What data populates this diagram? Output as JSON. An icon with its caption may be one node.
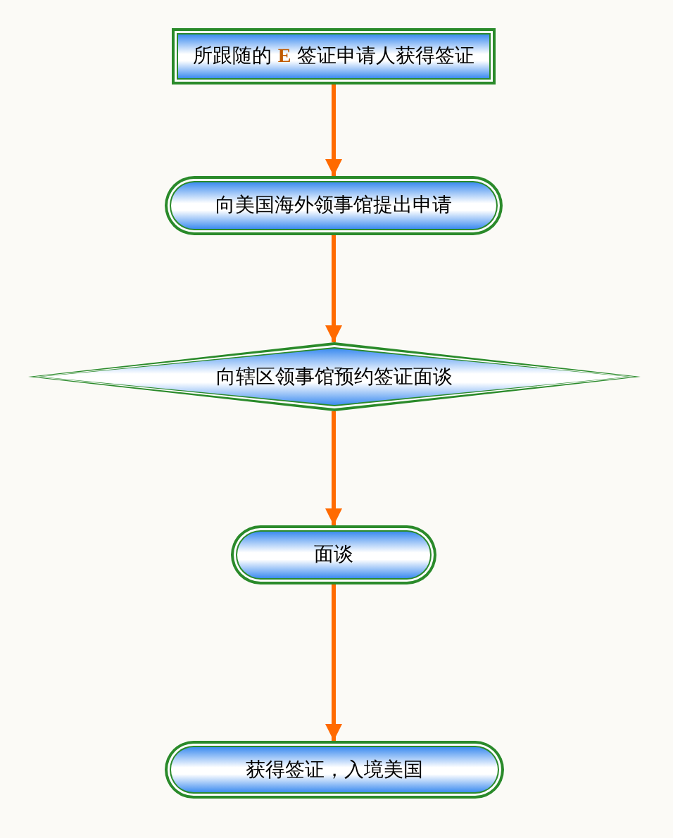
{
  "diagram": {
    "nodes": [
      {
        "text": [
          "所跟随的 **E** 签证申请人获得签证"
        ]
      },
      {
        "text": [
          "向美国海外领事馆提出申请"
        ]
      },
      {
        "text": [
          "向辖区领事馆预约签证面谈"
        ]
      },
      {
        "text": [
          "面谈"
        ]
      },
      {
        "text": [
          "获得签证，入境美国"
        ]
      }
    ],
    "edges": [
      {
        "from": 0,
        "to": 1,
        "arrow": "to"
      },
      {
        "from": 1,
        "to": 2,
        "arrow": "to"
      },
      {
        "from": 2,
        "to": 3,
        "arrow": "to"
      },
      {
        "from": 3,
        "to": 4,
        "arrow": "to"
      }
    ]
  }
}
